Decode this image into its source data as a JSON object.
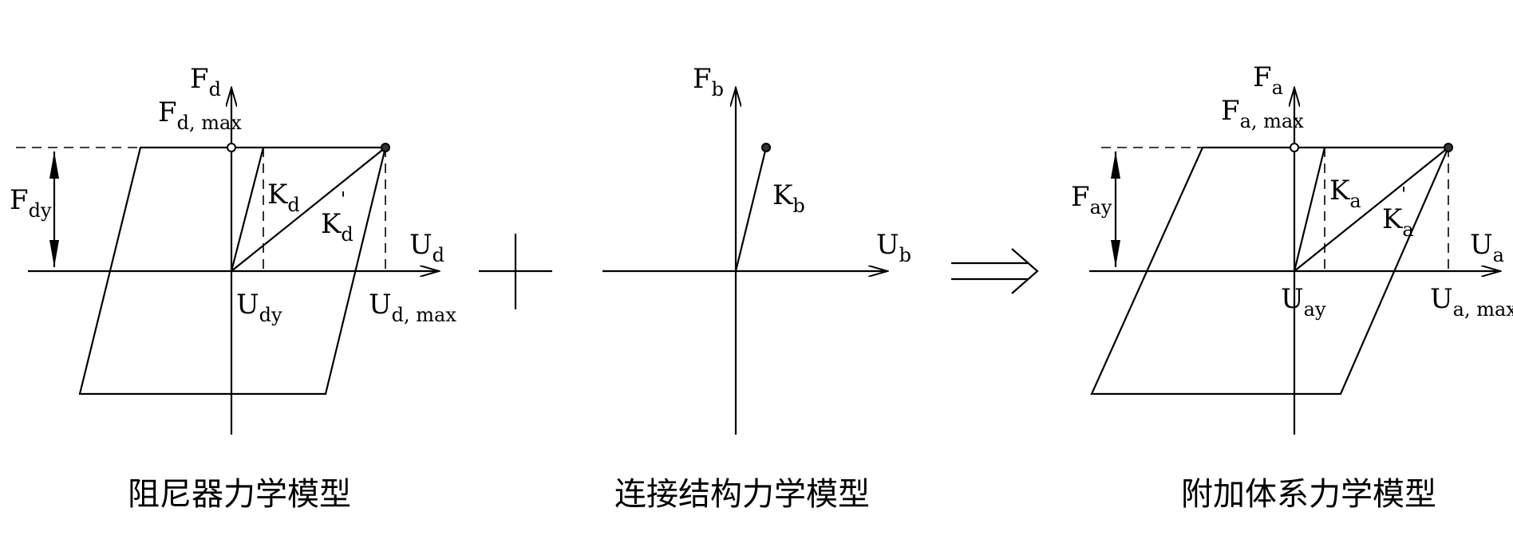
{
  "panels": {
    "damper": {
      "caption": "阻尼器力学模型",
      "f_axis": {
        "main": "F",
        "sub": "d"
      },
      "u_axis": {
        "main": "U",
        "sub": "d"
      },
      "f_max": {
        "main": "F",
        "sub": "d, max"
      },
      "f_y": {
        "main": "F",
        "sub": "dy"
      },
      "u_y": {
        "main": "U",
        "sub": "dy"
      },
      "u_max": {
        "main": "U",
        "sub": "d, max"
      },
      "k": {
        "main": "K",
        "sub": "d"
      },
      "k_prime": {
        "main": "K",
        "sub": "d",
        "sup": "'"
      }
    },
    "connection": {
      "caption": "连接结构力学模型",
      "f_axis": {
        "main": "F",
        "sub": "b"
      },
      "u_axis": {
        "main": "U",
        "sub": "b"
      },
      "k": {
        "main": "K",
        "sub": "b"
      }
    },
    "additional": {
      "caption": "附加体系力学模型",
      "f_axis": {
        "main": "F",
        "sub": "a"
      },
      "u_axis": {
        "main": "U",
        "sub": "a"
      },
      "f_max": {
        "main": "F",
        "sub": "a, max"
      },
      "f_y": {
        "main": "F",
        "sub": "ay"
      },
      "u_y": {
        "main": "U",
        "sub": "ay"
      },
      "u_max": {
        "main": "U",
        "sub": "a, max"
      },
      "k": {
        "main": "K",
        "sub": "a"
      },
      "k_prime": {
        "main": "K",
        "sub": "a",
        "sup": "'"
      }
    }
  }
}
